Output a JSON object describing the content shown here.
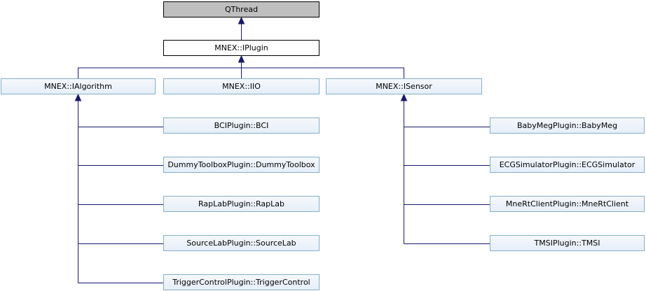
{
  "colors": {
    "edge": "#191970",
    "node_border_blue": "#84b0c7",
    "node_fill_gray": "#bfbfbf"
  },
  "nodes": {
    "qthread": "QThread",
    "iplugin": "MNEX::IPlugin",
    "ialgorithm": "MNEX::IAlgorithm",
    "iio": "MNEX::IIO",
    "isensor": "MNEX::ISensor",
    "bci": "BCIPlugin::BCI",
    "dummy": "DummyToolboxPlugin::DummyToolbox",
    "raplab": "RapLabPlugin::RapLab",
    "sourcelab": "SourceLabPlugin::SourceLab",
    "trigger": "TriggerControlPlugin::TriggerControl",
    "babymeg": "BabyMegPlugin::BabyMeg",
    "ecgsim": "ECGSimulatorPlugin::ECGSimulator",
    "mnertclient": "MneRtClientPlugin::MneRtClient",
    "tmsi": "TMSIPlugin::TMSI"
  }
}
